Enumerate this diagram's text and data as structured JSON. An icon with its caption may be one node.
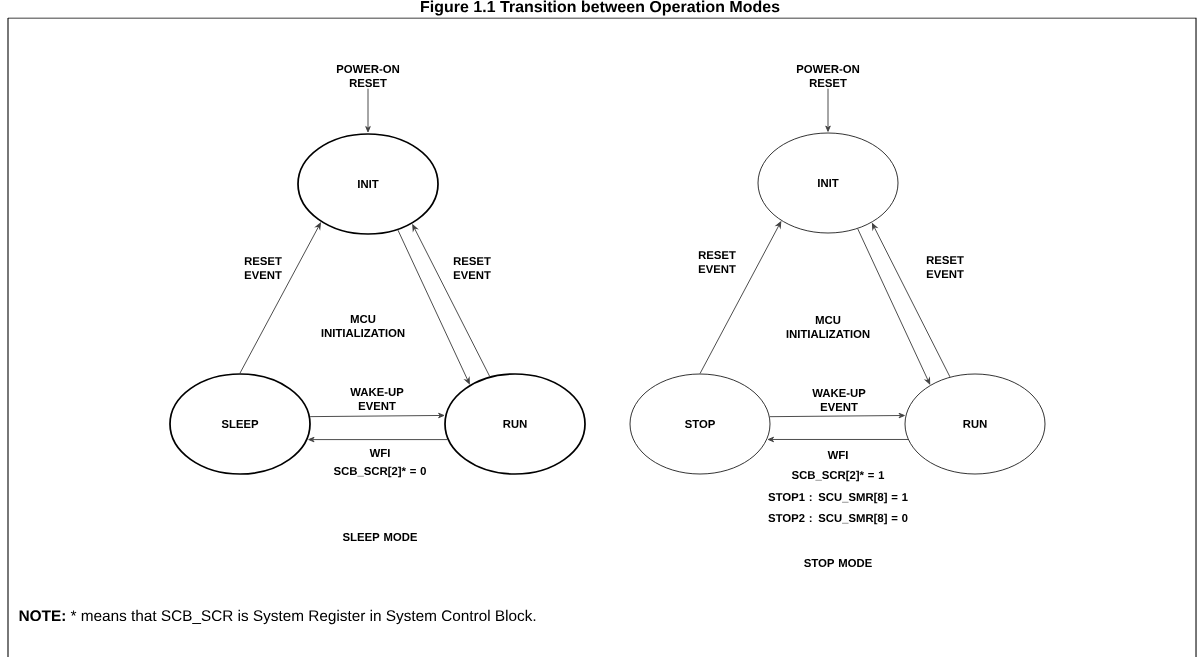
{
  "diagram": {
    "title": "Figure 1.1 Transition between Operation Modes",
    "nodes": [
      {
        "text": [
          "POWER-ON RESET"
        ]
      },
      {
        "text": [
          "INIT"
        ]
      },
      {
        "text": [
          "SLEEP"
        ]
      },
      {
        "text": [
          "RUN"
        ]
      },
      {
        "text": [
          "POWER-ON RESET"
        ]
      },
      {
        "text": [
          "INIT"
        ]
      },
      {
        "text": [
          "STOP"
        ]
      },
      {
        "text": [
          "RUN"
        ]
      }
    ],
    "edges": [
      {
        "from": 0,
        "to": 1,
        "arrow": "to"
      },
      {
        "from": 2,
        "to": 1,
        "arrow": "to",
        "label": "RESET EVENT"
      },
      {
        "from": 1,
        "to": 3,
        "arrow": "to"
      },
      {
        "from": 3,
        "to": 1,
        "arrow": "to",
        "label": "RESET EVENT"
      },
      {
        "from": 2,
        "to": 3,
        "arrow": "to",
        "label": "WAKE-UP EVENT"
      },
      {
        "from": 3,
        "to": 2,
        "arrow": "to",
        "label": "WFI"
      },
      {
        "from": 4,
        "to": 5,
        "arrow": "to"
      },
      {
        "from": 6,
        "to": 5,
        "arrow": "to",
        "label": "RESET EVENT"
      },
      {
        "from": 5,
        "to": 7,
        "arrow": "to"
      },
      {
        "from": 7,
        "to": 5,
        "arrow": "to",
        "label": "RESET EVENT"
      },
      {
        "from": 6,
        "to": 7,
        "arrow": "to",
        "label": "WAKE-UP EVENT"
      },
      {
        "from": 7,
        "to": 6,
        "arrow": "to",
        "label": "WFI"
      }
    ],
    "labels": [
      "MCU INITIALIZATION",
      "SCB_SCR[2]* = 0",
      "SLEEP MODE",
      "MCU INITIALIZATION",
      "SCB_SCR[2]* = 1",
      "STOP1 : SCU_SMR[8] = 1",
      "STOP2 : SCU_SMR[8] = 0",
      "STOP MODE",
      "**NOTE:** * means that SCB_SCR is System Register in System Control Block."
    ]
  }
}
